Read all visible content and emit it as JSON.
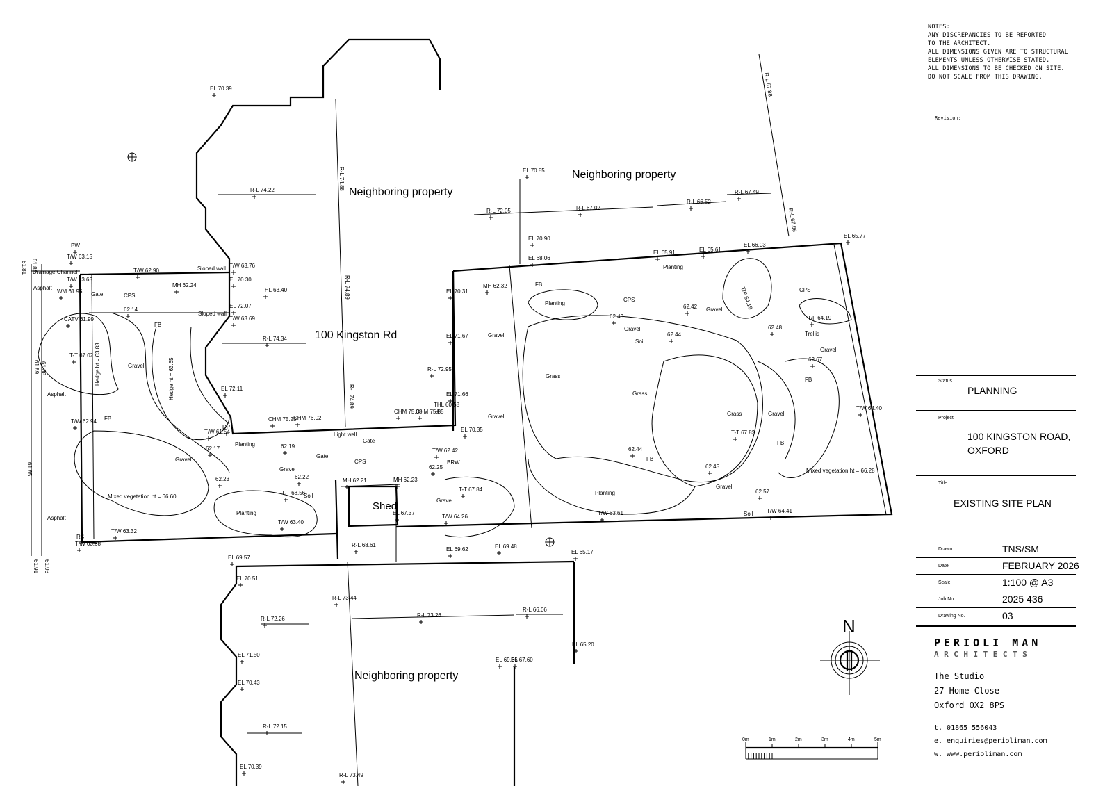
{
  "notes": {
    "text": "NOTES:\nANY DISCREPANCIES TO BE REPORTED\nTO THE ARCHITECT.\nALL DIMENSIONS GIVEN ARE TO STRUCTURAL\nELEMENTS UNLESS OTHERWISE STATED.\nALL DIMENSIONS TO BE CHECKED ON SITE.\nDO NOT SCALE FROM THIS DRAWING."
  },
  "title_block": {
    "revision_label": "Revision:",
    "status_label": "Status",
    "status": "PLANNING",
    "project_label": "Project",
    "project_line1": "100 KINGSTON ROAD,",
    "project_line2": "OXFORD",
    "title_label": "Title",
    "title": "EXISTING SITE PLAN",
    "drawn_label": "Drawn",
    "drawn": "TNS/SM",
    "date_label": "Date",
    "date": "FEBRUARY 2026",
    "scale_label": "Scale",
    "scale": "1:100 @ A3",
    "job_label": "Job No.",
    "job": "2025 436",
    "drawing_label": "Drawing No.",
    "drawing": "03"
  },
  "firm": {
    "name_line1": "PERIOLI MAN",
    "name_line2": "ARCHITECTS",
    "address1": "The Studio",
    "address2": "27 Home Close",
    "address3": "Oxford OX2 8PS",
    "phone": "t. 01865 556043",
    "email": "e. enquiries@perioliman.com",
    "web": "w. www.perioliman.com"
  },
  "north": "N",
  "scale_bar": {
    "ticks": [
      "0m",
      "1m",
      "2m",
      "3m",
      "4m",
      "5m"
    ]
  },
  "plan": {
    "neighbor_label": "Neighboring property",
    "house_label": "100 Kingston Rd",
    "shed_label": "Shed",
    "areas": {
      "asphalt": "Asphalt",
      "cps": "CPS",
      "gravel": "Gravel",
      "fb": "FB",
      "planting": "Planting",
      "soil": "Soil",
      "grass": "Grass",
      "gate": "Gate",
      "brw": "BRW",
      "trellis": "Trellis",
      "drainage": "Drainage Channel",
      "sloped_wall": "Sloped wall",
      "light_well": "Light well",
      "hedge1": "Hedge ht = 63.83",
      "hedge2": "Hedge ht = 63.65",
      "mixed1": "Mixed vegetation ht = 66.60",
      "mixed2": "Mixed vegetation ht = 66.28"
    },
    "levels": [
      {
        "k": "el1",
        "t": "EL 70.39"
      },
      {
        "k": "rl1",
        "t": "R-L 74.22"
      },
      {
        "k": "rl2",
        "t": "R-L 74.88"
      },
      {
        "k": "rl3",
        "t": "R-L 74.89"
      },
      {
        "k": "rl4",
        "t": "R-L 74.34"
      },
      {
        "k": "rl5",
        "t": "R-L 74.89"
      },
      {
        "k": "rl6",
        "t": "R-L 72.05"
      },
      {
        "k": "rl7",
        "t": "R-L 67.02"
      },
      {
        "k": "rl8",
        "t": "R-L 66.52"
      },
      {
        "k": "rl9",
        "t": "R-L 67.49"
      },
      {
        "k": "rl10",
        "t": "R-L 67.88"
      },
      {
        "k": "rl11",
        "t": "R-L 67.86"
      },
      {
        "k": "rl12",
        "t": "R-L 72.95"
      },
      {
        "k": "el2",
        "t": "EL 70.85"
      },
      {
        "k": "el3",
        "t": "EL 70.90"
      },
      {
        "k": "el4",
        "t": "EL 68.06"
      },
      {
        "k": "el5",
        "t": "EL 65.91"
      },
      {
        "k": "el6",
        "t": "EL 65.61"
      },
      {
        "k": "el7",
        "t": "EL 66.03"
      },
      {
        "k": "el8",
        "t": "EL 65.77"
      },
      {
        "k": "tw1",
        "t": "T/W 63.15"
      },
      {
        "k": "tw2",
        "t": "T/W 62.90"
      },
      {
        "k": "tw3",
        "t": "T/W 63.76"
      },
      {
        "k": "tw4",
        "t": "T/W 63.65"
      },
      {
        "k": "tw5",
        "t": "T/W 63.69"
      },
      {
        "k": "tw6",
        "t": "T/W 62.94"
      },
      {
        "k": "tw7",
        "t": "T/W 61.54"
      },
      {
        "k": "tw8",
        "t": "T/W 63.32"
      },
      {
        "k": "tw9",
        "t": "T/W 63.68"
      },
      {
        "k": "tw10",
        "t": "T/W 63.40"
      },
      {
        "k": "tw11",
        "t": "T/W 64.26"
      },
      {
        "k": "tw12",
        "t": "T/W 63.61"
      },
      {
        "k": "tw13",
        "t": "T/W 64.41"
      },
      {
        "k": "tw14",
        "t": "T/W 64.40"
      },
      {
        "k": "tw15",
        "t": "T/W 62.42"
      },
      {
        "k": "el9",
        "t": "EL 70.30"
      },
      {
        "k": "el10",
        "t": "EL 72.07"
      },
      {
        "k": "el11",
        "t": "EL 72.11"
      },
      {
        "k": "thl1",
        "t": "THL 63.40"
      },
      {
        "k": "thl2",
        "t": "THL 60.58"
      },
      {
        "k": "wm",
        "t": "WM 61.95"
      },
      {
        "k": "catv",
        "t": "CATV 61.99"
      },
      {
        "k": "tt1",
        "t": "T-T 67.02"
      },
      {
        "k": "tt2",
        "t": "T-T 68.56"
      },
      {
        "k": "tt3",
        "t": "T-T 67.84"
      },
      {
        "k": "tt4",
        "t": "T-T 67.82"
      },
      {
        "k": "mh1",
        "t": "MH 62.24"
      },
      {
        "k": "mh2",
        "t": "MH 62.32"
      },
      {
        "k": "mh3",
        "t": "MH 62.23"
      },
      {
        "k": "mh4",
        "t": "MH 62.21"
      },
      {
        "k": "chm1",
        "t": "CHM 75.25"
      },
      {
        "k": "chm2",
        "t": "CHM 76.02"
      },
      {
        "k": "chm3",
        "t": "CHM 75.08"
      },
      {
        "k": "chm4",
        "t": "CHM 75.85"
      },
      {
        "k": "s1",
        "t": "62.14"
      },
      {
        "k": "s2",
        "t": "62.17"
      },
      {
        "k": "s3",
        "t": "62.19"
      },
      {
        "k": "s4",
        "t": "62.22"
      },
      {
        "k": "s5",
        "t": "62.23"
      },
      {
        "k": "s6",
        "t": "62.25"
      },
      {
        "k": "s7",
        "t": "62.43"
      },
      {
        "k": "s8",
        "t": "62.44"
      },
      {
        "k": "s9",
        "t": "62.42"
      },
      {
        "k": "s10",
        "t": "62.48"
      },
      {
        "k": "s11",
        "t": "62.67"
      },
      {
        "k": "s12",
        "t": "62.45"
      },
      {
        "k": "s13",
        "t": "62.57"
      },
      {
        "k": "s14",
        "t": "62.44"
      },
      {
        "k": "el12",
        "t": "EL 71.67"
      },
      {
        "k": "el13",
        "t": "EL 71.66"
      },
      {
        "k": "el14",
        "t": "EL 70.31"
      },
      {
        "k": "el15",
        "t": "EL 70.35"
      },
      {
        "k": "tf1",
        "t": "T/F 64.19"
      },
      {
        "k": "tf2",
        "t": "T/F 64.19"
      },
      {
        "k": "rl13",
        "t": "R-L 68.61"
      },
      {
        "k": "el16",
        "t": "EL 67.37"
      },
      {
        "k": "el17",
        "t": "EL 69.62"
      },
      {
        "k": "el18",
        "t": "EL 69.48"
      },
      {
        "k": "el19",
        "t": "EL 65.17"
      },
      {
        "k": "el20",
        "t": "EL 69.57"
      },
      {
        "k": "el21",
        "t": "EL 70.51"
      },
      {
        "k": "rl14",
        "t": "R-L 73.44"
      },
      {
        "k": "rl15",
        "t": "R-L 72.26"
      },
      {
        "k": "rl16",
        "t": "R-L 73.26"
      },
      {
        "k": "rl17",
        "t": "R-L 66.06"
      },
      {
        "k": "el22",
        "t": "EL 65.20"
      },
      {
        "k": "el23",
        "t": "EL 69.66"
      },
      {
        "k": "el24",
        "t": "EL 67.60"
      },
      {
        "k": "el25",
        "t": "EL 71.50"
      },
      {
        "k": "el26",
        "t": "EL 70.43"
      },
      {
        "k": "rl18",
        "t": "R-L 72.15"
      },
      {
        "k": "el27",
        "t": "EL 70.39"
      },
      {
        "k": "rl19",
        "t": "R-L 73.49"
      },
      {
        "k": "bw",
        "t": "BW"
      },
      {
        "k": "rs",
        "t": "RS"
      },
      {
        "k": "dp",
        "t": "DP"
      },
      {
        "k": "v1",
        "t": "61.88"
      },
      {
        "k": "v2",
        "t": "61.89"
      },
      {
        "k": "v3",
        "t": "61.85"
      },
      {
        "k": "v4",
        "t": "61.91"
      },
      {
        "k": "v5",
        "t": "61.93"
      },
      {
        "k": "v6",
        "t": "61.81"
      },
      {
        "k": "v7",
        "t": "61.88"
      }
    ]
  }
}
